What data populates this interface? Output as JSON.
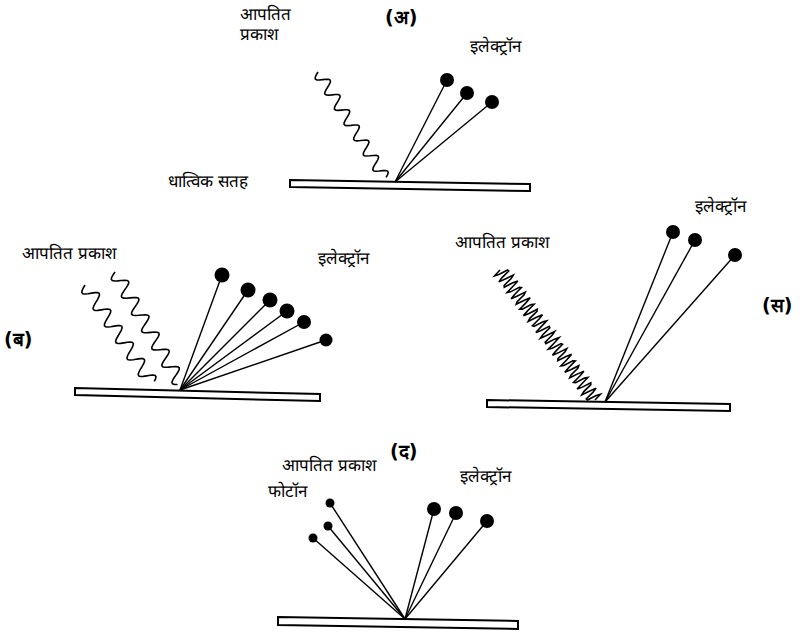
{
  "diagram": {
    "labels": [
      "आपतित प्रकाश",
      "(अ)",
      "इलेक्ट्रॉन",
      "धात्विक सतह",
      "आपतित प्रकाश",
      "इलेक्ट्रॉन",
      "(ब)",
      "आपतित प्रकाश",
      "इलेक्ट्रॉन",
      "(स)",
      "(द)",
      "आपतित प्रकाश",
      "फोटॉन",
      "इलेक्ट्रॉन"
    ]
  }
}
